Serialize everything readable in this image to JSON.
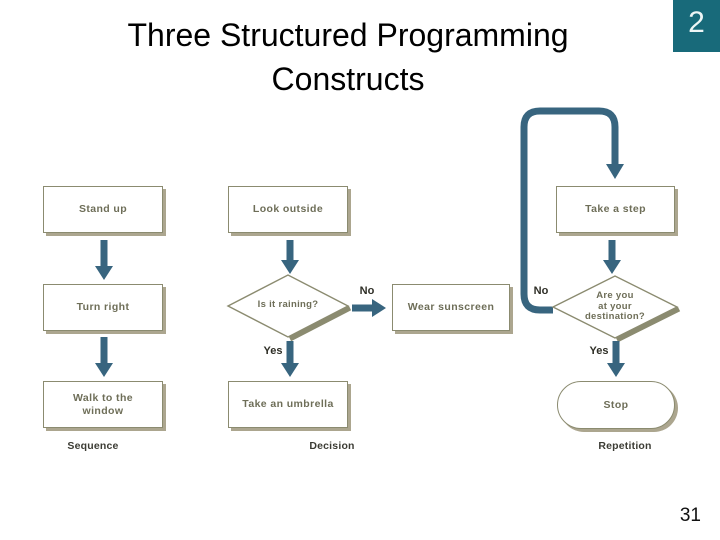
{
  "slide": {
    "title_line1": "Three Structured Programming",
    "title_line2": "Constructs",
    "slide_badge": "2",
    "page_number": "31"
  },
  "colors": {
    "badge_teal": "#186a7a",
    "arrow_teal": "#38657f",
    "shape_border_olive": "#8b8b70",
    "shape_shadow_tan": "#aca68f",
    "shape_text_olive": "#6e6e58"
  },
  "flowchart": {
    "sequence": {
      "label": "Sequence",
      "step1": "Stand up",
      "step2": "Turn right",
      "step3": "Walk to the\nwindow"
    },
    "decision": {
      "label": "Decision",
      "start": "Look outside",
      "condition": "Is it raining?",
      "no_label": "No",
      "no_action": "Wear sunscreen",
      "yes_label": "Yes",
      "yes_action": "Take an umbrella"
    },
    "repetition": {
      "label": "Repetition",
      "step": "Take a step",
      "condition": "Are you\nat your\ndestination?",
      "no_label": "No",
      "yes_label": "Yes",
      "terminator": "Stop"
    }
  }
}
